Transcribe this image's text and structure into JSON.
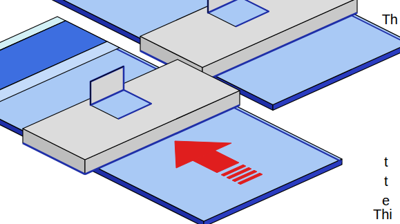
{
  "diagram": {
    "labels": [
      "Th",
      "t",
      "t",
      "e",
      "Thi"
    ]
  }
}
